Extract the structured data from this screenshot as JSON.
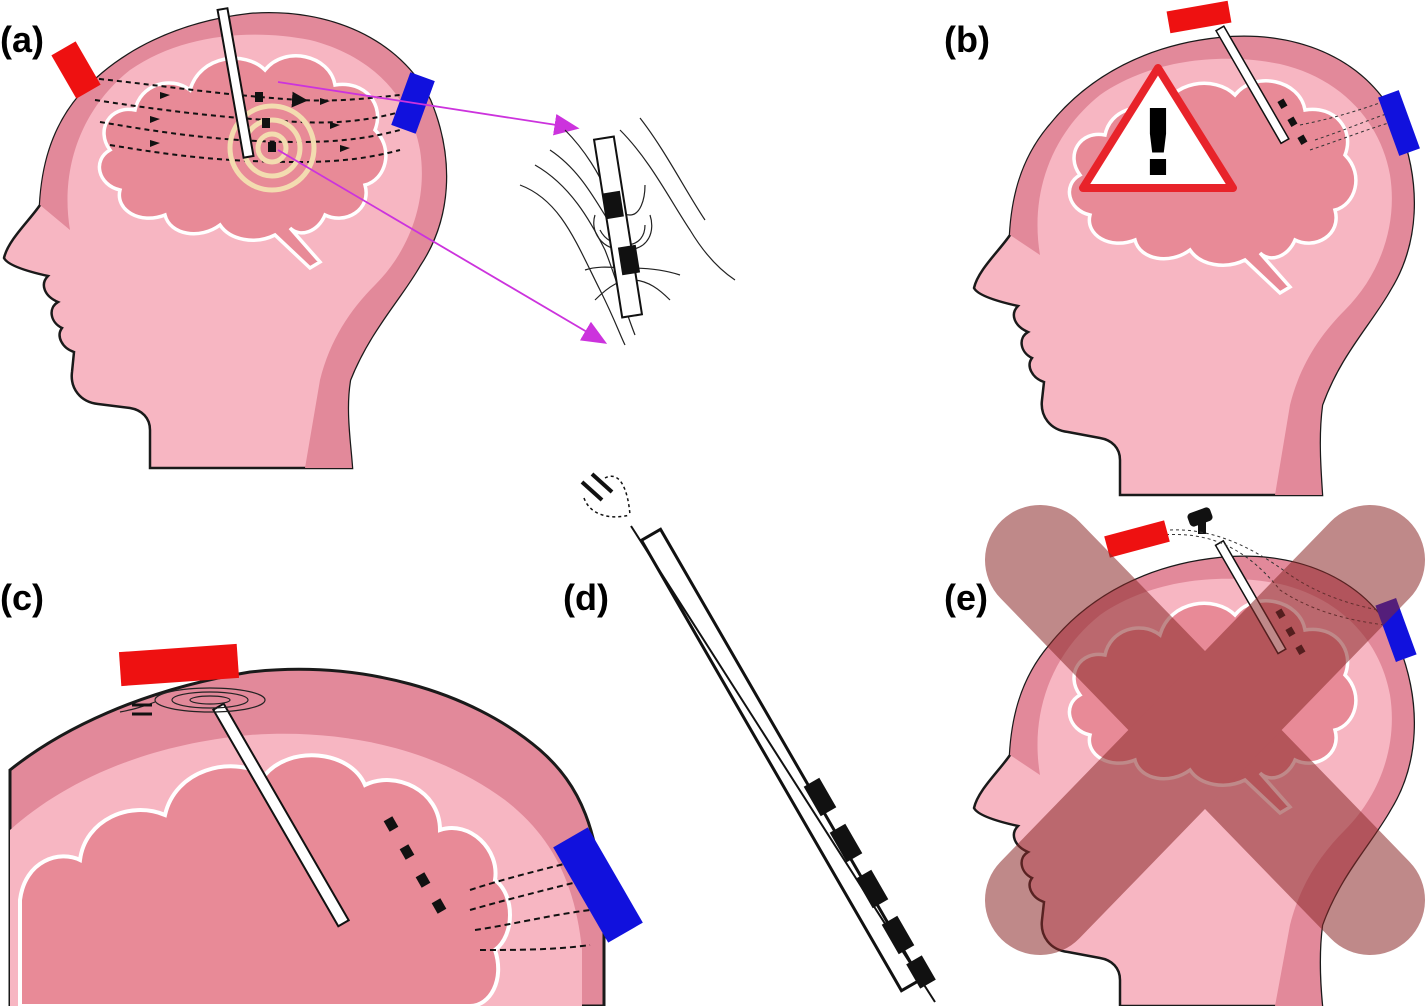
{
  "panels": {
    "a": {
      "label": "(a)"
    },
    "b": {
      "label": "(b)"
    },
    "c": {
      "label": "(c)"
    },
    "d": {
      "label": "(d)"
    },
    "e": {
      "label": "(e)"
    }
  },
  "warning_symbol": "!",
  "colors": {
    "skin": "#f7b6c2",
    "skull": "#e2899a",
    "brain": "#e88a97",
    "outline": "#1a1a1a",
    "anode": "#ee1111",
    "cathode": "#1111dd",
    "arrow": "#cc33dd",
    "warning_border": "#e8232a",
    "cross": "#8b2a2a",
    "ripple": "#f3dcb0"
  }
}
